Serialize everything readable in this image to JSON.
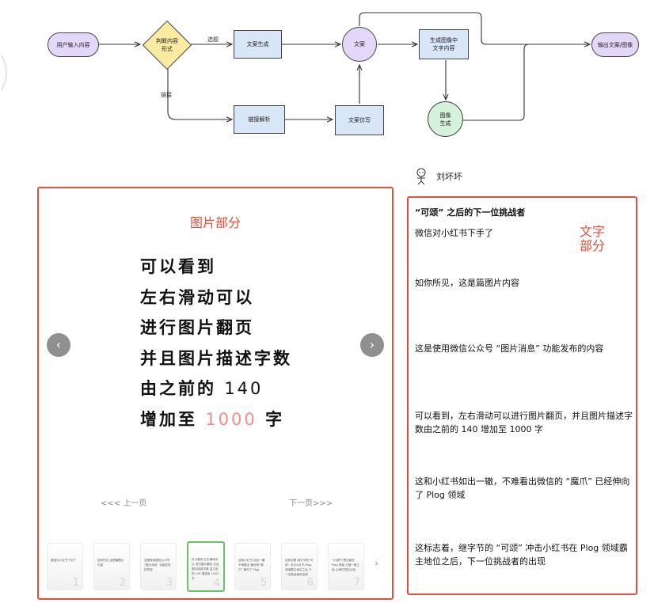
{
  "flowchart": {
    "nodes": {
      "user_input": "用户输入内容",
      "judge": [
        "判断内容",
        "形式"
      ],
      "copy_gen": "文案生成",
      "copy": "文案",
      "gen_image_text": [
        "生成图像中",
        "文字内容"
      ],
      "output": "输出文案/图像",
      "link_parse": "链接解析",
      "copy_imitate": "文案仿写",
      "image_gen": [
        "图像",
        "生成"
      ]
    },
    "edge_labels": {
      "topic": "选题",
      "link": "链接"
    }
  },
  "author": {
    "name": "刘坏坏"
  },
  "image_part": {
    "label": "图片部分",
    "lines": [
      "可以看到",
      "左右滑动可以",
      "进行图片翻页",
      "并且图片描述字数"
    ],
    "line5": {
      "text": "由之前的",
      "num": "140"
    },
    "line6": {
      "text": "增加至",
      "num": "1000",
      "suffix": "字"
    },
    "prev_page": "<<< 上一页",
    "next_page": "下一页>>>",
    "thumbnails": [
      {
        "num": "1",
        "text": "微信对小红书下手了"
      },
      {
        "num": "2",
        "text": "如你所见 这是篇图片内容"
      },
      {
        "num": "3",
        "text": "这是使用微信公众号 “图片消息” 功能发布的内容"
      },
      {
        "num": "4",
        "text": "可以看到 左右滑动可以 进行图片翻页 并且图片描述字数 由之前的 140 增加至 1000 字"
      },
      {
        "num": "5",
        "text": "这和小红书 如出一辙 不难看出 微信的“魔爪” 伸向了 Plog"
      },
      {
        "num": "6",
        "text": "这标志着 继字节的“可颂” 冲击小红书 Plog 领域霸主地位之后 下一位挑战者的出现"
      },
      {
        "num": "7",
        "text": "“小绿书”是否能在 Plog 领域 占据一席之地 让我们拭目以待"
      }
    ]
  },
  "text_part": {
    "label": [
      "文字",
      "部分"
    ],
    "title": "“可颂” 之后的下一位挑战者",
    "subtitle": "微信对小红书下手了",
    "p1": "如你所见，这是篇图片内容",
    "p2": "这是使用微信公众号 “图片消息” 功能发布的内容",
    "p3": "可以看到，左右滑动可以进行图片翻页，并且图片描述字数由之前的 140 增加至 1000 字",
    "p4": "这和小红书如出一辙，不难看出微信的 “魔爪” 已经伸向了 Plog 领域",
    "p5": "这标志着，继字节的 “可颂” 冲击小红书在 Plog 领域霸主地位之后，下一位挑战者的出现"
  },
  "colors": {
    "accent_red": "#e0503a",
    "highlight_pink": "#f08d8d",
    "active_thumb": "#6cc16c"
  }
}
